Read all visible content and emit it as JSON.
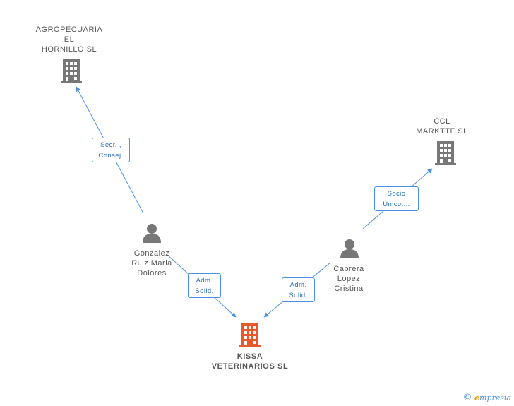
{
  "nodes": {
    "agro": {
      "label": "AGROPECUARIA\nEL\nHORNILLO  SL",
      "type": "company",
      "color": "#777777"
    },
    "ccl": {
      "label": "CCL\nMARKTTF  SL",
      "type": "company",
      "color": "#777777"
    },
    "gonzalez": {
      "label": "Gonzalez\nRuiz Maria\nDolores",
      "type": "person",
      "color": "#777777"
    },
    "cabrera": {
      "label": "Cabrera\nLopez\nCristina",
      "type": "person",
      "color": "#777777"
    },
    "kissa": {
      "label": "KISSA\nVETERINARIOS SL",
      "type": "company",
      "color": "#e8582a"
    }
  },
  "edges": {
    "gonzalez_agro": "Secr. ,\nConsej.",
    "cabrera_ccl": "Socio\nÚnico,...",
    "gonzalez_kissa": "Adm.\nSolid.",
    "cabrera_kissa": "Adm.\nSolid."
  },
  "colors": {
    "edge": "#4a90e2",
    "icon": "#777777",
    "main": "#e8582a"
  },
  "watermark": {
    "copyright": "©",
    "brand_first": "e",
    "brand_rest": "mpresia"
  }
}
